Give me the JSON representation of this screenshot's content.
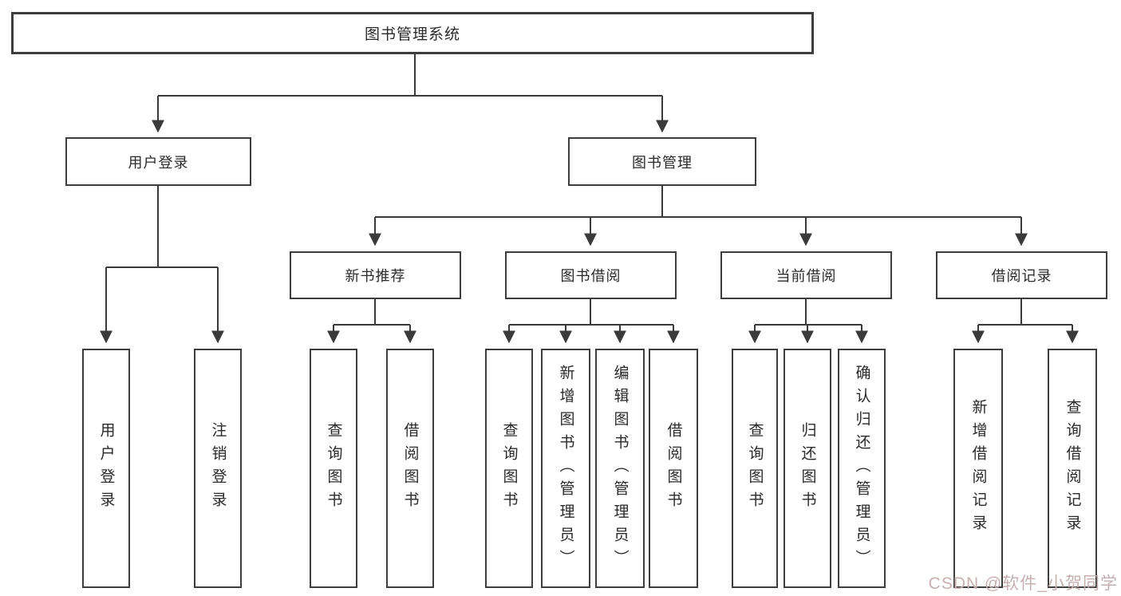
{
  "diagram": {
    "root": "图书管理系统",
    "user_login": {
      "label": "用户登录",
      "children": [
        "用户登录",
        "注销登录"
      ]
    },
    "book_mgmt": {
      "label": "图书管理",
      "sections": {
        "new_books": {
          "label": "新书推荐",
          "children": [
            "查询图书",
            "借阅图书"
          ]
        },
        "borrowing": {
          "label": "图书借阅",
          "children": [
            "查询图书",
            "新增图书（管理员）",
            "编辑图书（管理员）",
            "借阅图书"
          ]
        },
        "current": {
          "label": "当前借阅",
          "children": [
            "查询图书",
            "归还图书",
            "确认归还（管理员）"
          ]
        },
        "records": {
          "label": "借阅记录",
          "children": [
            "新增借阅记录",
            "查询借阅记录"
          ]
        }
      }
    }
  },
  "watermark": "CSDN @软件_小贺同学",
  "colors": {
    "line": "#3a3a3a",
    "border": "#3d3d3d",
    "watermark": "#c5b0b0"
  }
}
